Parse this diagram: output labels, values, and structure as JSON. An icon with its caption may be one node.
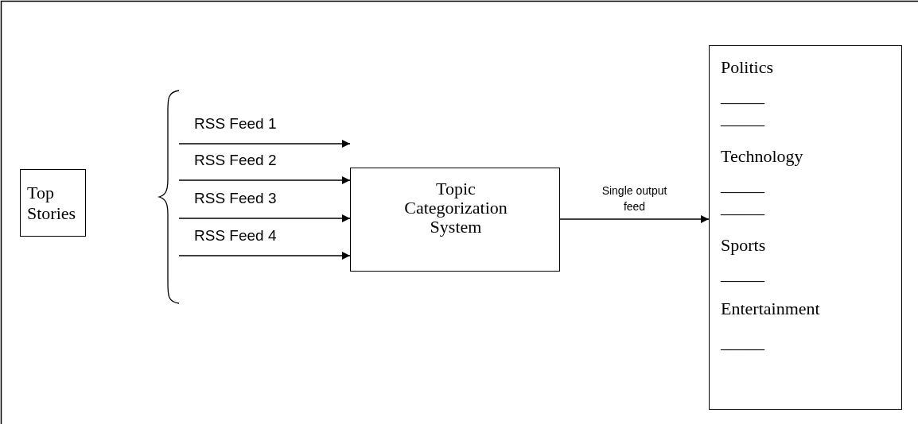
{
  "diagram": {
    "nodes": [
      {
        "text": [
          "Top Stories"
        ]
      },
      {
        "text": [],
        "shape": "brace"
      },
      {
        "text": [
          "Topic Categorization System"
        ]
      },
      {
        "text": [
          "Politics",
          "_____",
          "_____",
          "Technology",
          "_____",
          "_____",
          "Sports",
          "_____",
          "Entertainment",
          "_____"
        ]
      }
    ],
    "edges": [
      {
        "from": 1,
        "to": 2,
        "arrow": "to",
        "label": "RSS Feed 1"
      },
      {
        "from": 1,
        "to": 2,
        "arrow": "to",
        "label": "RSS Feed 2"
      },
      {
        "from": 1,
        "to": 2,
        "arrow": "to",
        "label": "RSS Feed 3"
      },
      {
        "from": 1,
        "to": 2,
        "arrow": "to",
        "label": "RSS Feed 4"
      },
      {
        "from": 2,
        "to": 3,
        "arrow": "to",
        "label": "Single output feed"
      }
    ]
  }
}
